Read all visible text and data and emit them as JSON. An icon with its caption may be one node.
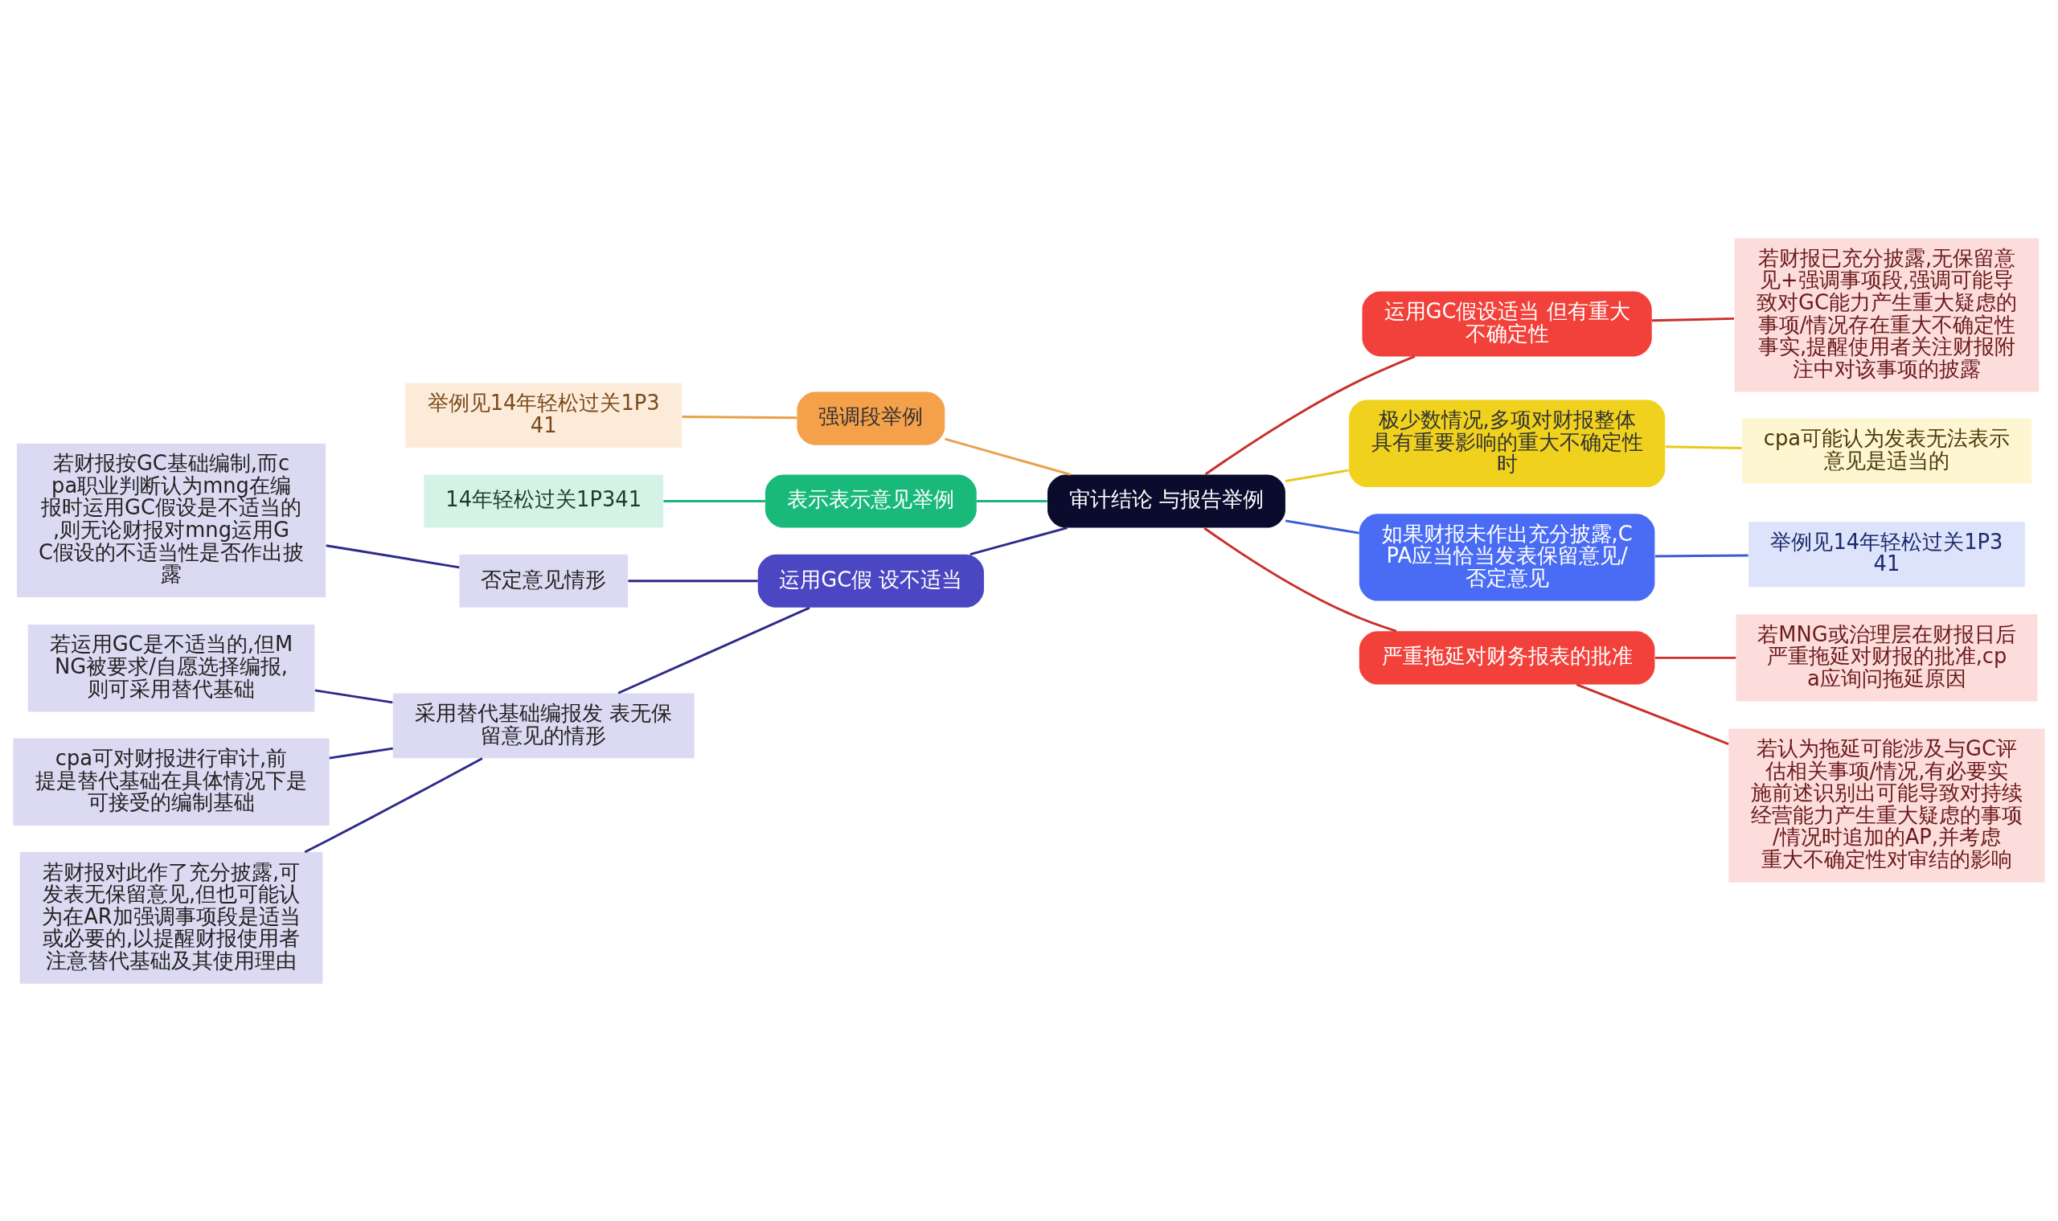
{
  "diagram": {
    "nodes": [
      {
        "text": [
          "审计结论 与报告举例"
        ]
      },
      {
        "text": [
          "强调段举例"
        ]
      },
      {
        "text": [
          "举例见14年轻松过关1P341"
        ]
      },
      {
        "text": [
          "表示表示意见举例"
        ]
      },
      {
        "text": [
          "14年轻松过关1P341"
        ]
      },
      {
        "text": [
          "运用GC假 设不适当"
        ]
      },
      {
        "text": [
          "否定意见情形"
        ]
      },
      {
        "text": [
          "若财报按GC基础编制,而cpa职业判断认为mng在编报时运用GC假设是不适当的,则无论财报对mng运用GC假设的不适当性是否作出披露"
        ]
      },
      {
        "text": [
          "采用替代基础编报发 表无保留意见的情形"
        ]
      },
      {
        "text": [
          "若运用GC是不适当的,但MNG被要求/自愿选择编报,则可采用替代基础"
        ]
      },
      {
        "text": [
          "cpa可对财报进行审计,前提是替代基础在具体情况下是可接受的编制基础"
        ]
      },
      {
        "text": [
          "若财报对此作了充分披露,可发表无保留意见,但也可能认为在AR加强调事项段是适当或必要的,以提醒财报使用者注意替代基础及其使用理由"
        ]
      },
      {
        "text": [
          "运用GC假设适当 但有重大不确定性"
        ]
      },
      {
        "text": [
          "若财报已充分披露,无保留意见+强调事项段,强调可能导致对GC能力产生重大疑虑的事项/情况存在重大不确定性事实,提醒使用者关注财报附注中对该事项的披露"
        ]
      },
      {
        "text": [
          "极少数情况,多项对财报整体具有重要影响的重大不确定性时"
        ]
      },
      {
        "text": [
          "cpa可能认为发表无法表示意见是适当的"
        ]
      },
      {
        "text": [
          "如果财报未作出充分披露,CPA应当恰当发表保留意见/否定意见"
        ]
      },
      {
        "text": [
          "举例见14年轻松过关1P341"
        ]
      },
      {
        "text": [
          "严重拖延对财务报表的批准"
        ]
      },
      {
        "text": [
          "若MNG或治理层在财报日后严重拖延对财报的批准,cpa应询问拖延原因"
        ]
      },
      {
        "text": [
          "若认为拖延可能涉及与GC评估相关事项/情况,有必要实施前述识别出可能导致对持续经营能力产生重大疑虑的事项/情况时追加的AP,并考虑重大不确定性对审结的影响"
        ]
      }
    ],
    "edges": [
      {
        "from": 0,
        "to": 1,
        "arrow": "none",
        "color": "#e8a04a"
      },
      {
        "from": 1,
        "to": 2,
        "arrow": "none",
        "color": "#e8a04a"
      },
      {
        "from": 0,
        "to": 3,
        "arrow": "none",
        "color": "#1bb57a"
      },
      {
        "from": 3,
        "to": 4,
        "arrow": "none",
        "color": "#1bb57a"
      },
      {
        "from": 0,
        "to": 5,
        "arrow": "none",
        "color": "#2e2a8a"
      },
      {
        "from": 5,
        "to": 6,
        "arrow": "none",
        "color": "#2e2a8a"
      },
      {
        "from": 6,
        "to": 7,
        "arrow": "none",
        "color": "#2e2a8a"
      },
      {
        "from": 5,
        "to": 8,
        "arrow": "none",
        "color": "#2e2a8a"
      },
      {
        "from": 8,
        "to": 9,
        "arrow": "none",
        "color": "#2e2a8a"
      },
      {
        "from": 8,
        "to": 10,
        "arrow": "none",
        "color": "#2e2a8a"
      },
      {
        "from": 8,
        "to": 11,
        "arrow": "none",
        "color": "#2e2a8a"
      },
      {
        "from": 0,
        "to": 12,
        "arrow": "none",
        "color": "#c9302c"
      },
      {
        "from": 12,
        "to": 13,
        "arrow": "none",
        "color": "#c9302c"
      },
      {
        "from": 0,
        "to": 14,
        "arrow": "none",
        "color": "#e8c91a"
      },
      {
        "from": 14,
        "to": 15,
        "arrow": "none",
        "color": "#e8c91a"
      },
      {
        "from": 0,
        "to": 16,
        "arrow": "none",
        "color": "#3a5bd8"
      },
      {
        "from": 16,
        "to": 17,
        "arrow": "none",
        "color": "#3a5bd8"
      },
      {
        "from": 0,
        "to": 18,
        "arrow": "none",
        "color": "#c9302c"
      },
      {
        "from": 18,
        "to": 19,
        "arrow": "none",
        "color": "#c9302c"
      },
      {
        "from": 18,
        "to": 20,
        "arrow": "none",
        "color": "#c9302c"
      }
    ]
  }
}
